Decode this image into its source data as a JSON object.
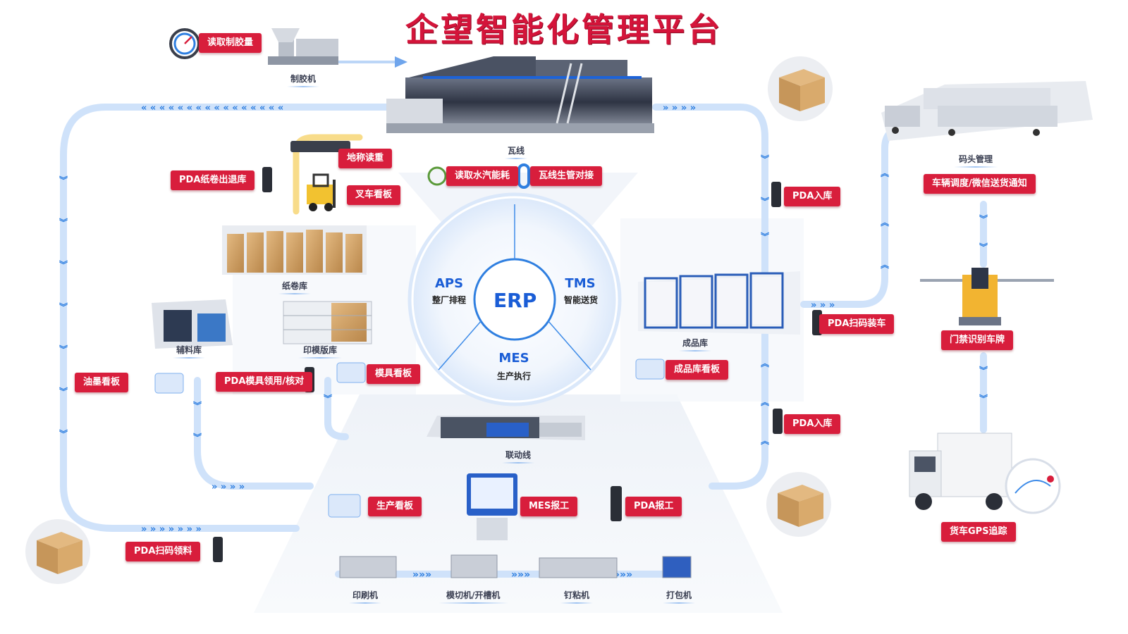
{
  "title": "企望智能化管理平台",
  "core": {
    "center": "ERP",
    "modules": [
      {
        "name": "APS",
        "desc": "整厂排程"
      },
      {
        "name": "TMS",
        "desc": "智能送货"
      },
      {
        "name": "MES",
        "desc": "生产执行"
      }
    ]
  },
  "badges": {
    "read_glue": "读取制胶量",
    "scale_read": "地称读重",
    "pda_roll_out": "PDA纸卷出退库",
    "forklift_board": "叉车看板",
    "read_water": "读取水汽能耗",
    "corrugator_dock": "瓦线生管对接",
    "pda_in_1": "PDA入库",
    "dispatch": "车辆调度/微信送货通知",
    "pda_load": "PDA扫码装车",
    "gate_plate": "门禁识别车牌",
    "ink_board": "油墨看板",
    "pda_die": "PDA模具领用/核对",
    "die_board": "模具看板",
    "fg_board": "成品库看板",
    "pda_in_2": "PDA入库",
    "prod_board": "生产看板",
    "mes_report": "MES报工",
    "pda_report": "PDA报工",
    "pda_pick": "PDA扫码领料",
    "gps": "货车GPS追踪"
  },
  "captions": {
    "glue_machine": "制胶机",
    "corrugator": "瓦线",
    "roll_store": "纸卷库",
    "aux_store": "辅料库",
    "plate_store": "印模版库",
    "fg_store": "成品库",
    "dock": "码头管理",
    "linked_line": "联动线",
    "printer": "印刷机",
    "die_cutter": "模切机/开槽机",
    "stitcher": "钉粘机",
    "packer": "打包机"
  },
  "colors": {
    "accent_red": "#d81e3c",
    "title_red": "#d4143a",
    "flow_blue": "#3d8be8",
    "core_blue": "#1a5dd6",
    "yellow_flow": "#f3c54a"
  },
  "icons": [
    "gauge-icon",
    "pda-icon",
    "dashboard-card-icon",
    "pallet-box-icon",
    "map-pin-icon"
  ]
}
